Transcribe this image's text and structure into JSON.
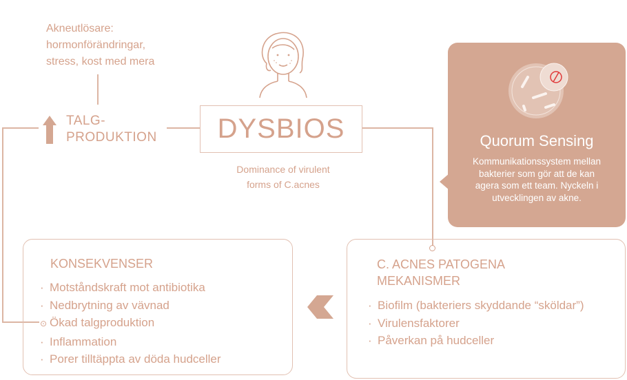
{
  "triggers": {
    "lines": [
      "Akneutlösare:",
      "hormonförändringar,",
      "stress, kost med mera"
    ]
  },
  "talg": {
    "lines": [
      "TALG-",
      "PRODUKTION"
    ],
    "icon": "up-arrow-icon"
  },
  "dysbios": {
    "title": "DYSBIOS",
    "subtitle_lines": [
      "Dominance of virulent",
      "forms of C.acnes"
    ]
  },
  "quorum": {
    "title": "Quorum Sensing",
    "text_lines": [
      "Kommunikationssystem mellan",
      "bakterier som gör att de kan",
      "agera som ett team. Nyckeln i",
      "utvecklingen av akne."
    ]
  },
  "consequences": {
    "title": "KONSEKVENSER",
    "items": [
      "Motståndskraft mot antibiotika",
      "Nedbrytning av vävnad",
      "Ökad talgproduktion",
      "Inflammation",
      "Porer tilltäppta av döda hudceller"
    ]
  },
  "mechanisms": {
    "title_lines": [
      "C. ACNES PATOGENA",
      "MEKANISMER"
    ],
    "items": [
      "Biofilm (bakteriers skyddande “sköldar”)",
      "Virulensfaktorer",
      "Påverkan på hudceller"
    ]
  },
  "colors": {
    "accent": "#d4a792",
    "text": "#d5a28c",
    "line": "#dcb5a3"
  }
}
